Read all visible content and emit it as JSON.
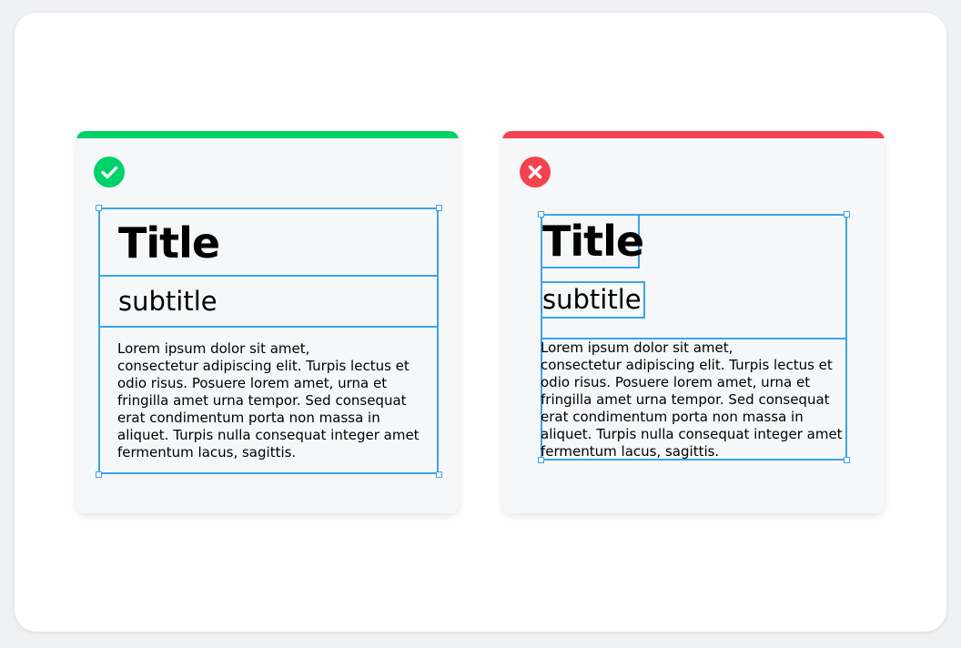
{
  "examples": [
    {
      "verdict": "correct",
      "accent_color": "#00d26a",
      "icon": "checkmark-icon",
      "title": "Title",
      "subtitle": "subtitle",
      "body_lines": [
        "Lorem ipsum dolor sit amet,",
        "consectetur adipiscing elit. Turpis lectus et",
        "odio risus. Posuere lorem amet, urna et",
        "fringilla amet urna tempor. Sed consequat",
        "erat condimentum porta non massa in",
        "aliquet. Turpis nulla consequat integer amet",
        "fermentum lacus, sagittis."
      ]
    },
    {
      "verdict": "incorrect",
      "accent_color": "#f4434f",
      "icon": "cross-icon",
      "title": "Title",
      "subtitle": "subtitle",
      "body_lines": [
        "Lorem ipsum dolor sit amet,",
        "consectetur adipiscing elit. Turpis lectus et",
        "odio risus. Posuere lorem amet, urna et",
        "fringilla amet urna tempor. Sed consequat",
        "erat condimentum porta non massa in",
        "aliquet. Turpis nulla consequat integer amet",
        "fermentum lacus, sagittis."
      ]
    }
  ],
  "selection_color": "#3ba3e8"
}
